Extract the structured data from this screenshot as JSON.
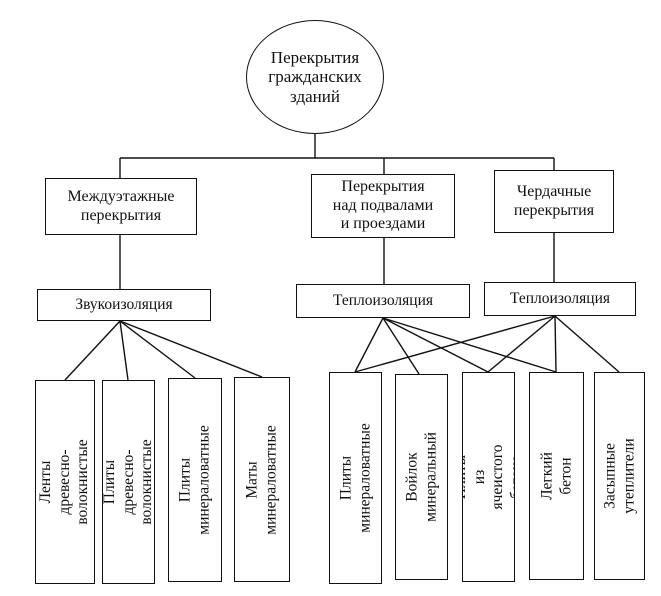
{
  "root": {
    "label": "Перекрытия\nгражданских\nзданий"
  },
  "categories": {
    "interfloor": "Междуэтажные\nперекрытия",
    "basement": "Перекрытия\nнад подвалами\nи проездами",
    "attic": "Чердачные\nперекрытия"
  },
  "insulation": {
    "sound": "Звукоизоляция",
    "thermal_basement": "Теплоизоляция",
    "thermal_attic": "Теплоизоляция"
  },
  "materials": {
    "sound": [
      "Ленты древесно-\nволокнистые",
      "Плиты древесно-\nволокнистые",
      "Плиты\nминераловатные",
      "Маты\nминераловатные"
    ],
    "thermal": [
      "Плиты\nминераловатные",
      "Войлок\nминеральный",
      "Плиты\nиз ячеистого бетона",
      "Легкий\nбетон",
      "Засыпные\nутеплители"
    ]
  }
}
